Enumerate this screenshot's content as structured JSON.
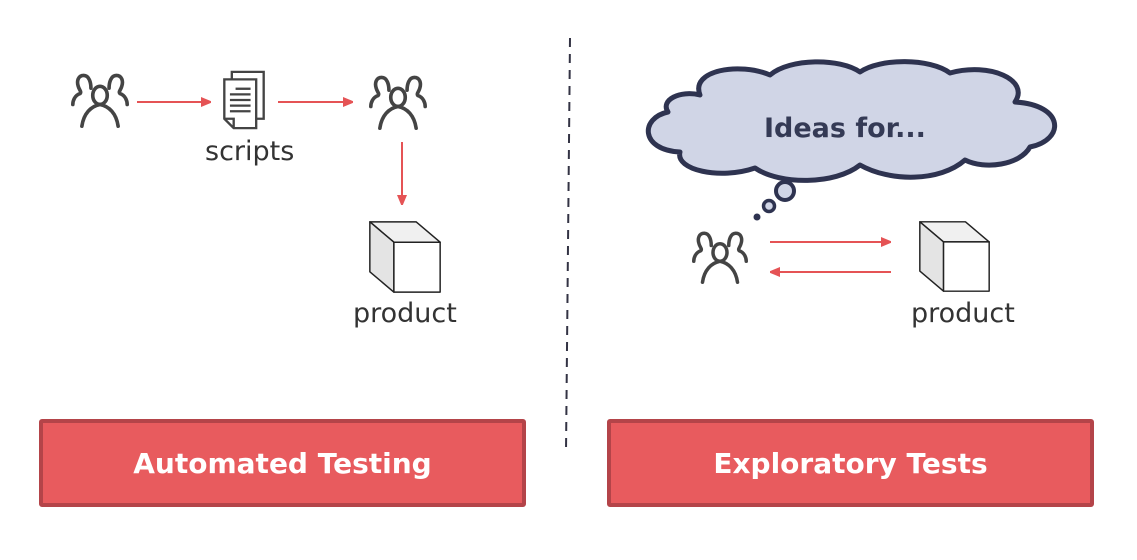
{
  "colors": {
    "arrow": "#e55355",
    "icon": "#444444",
    "banner_fill": "#e85b5e",
    "banner_border": "#b44449",
    "cloud_fill": "#d0d5e6",
    "cloud_stroke": "#2e3350",
    "divider": "#333344"
  },
  "left_panel": {
    "nodes": [
      {
        "icon": "people-icon",
        "label": ""
      },
      {
        "icon": "document-stack-icon",
        "label": "scripts"
      },
      {
        "icon": "people-icon",
        "label": ""
      },
      {
        "icon": "cube-icon",
        "label": "product"
      }
    ],
    "edges": [
      {
        "from": 0,
        "to": 1,
        "direction": "right"
      },
      {
        "from": 1,
        "to": 2,
        "direction": "right"
      },
      {
        "from": 2,
        "to": 3,
        "direction": "down"
      }
    ],
    "scripts_label": "scripts",
    "product_label": "product",
    "banner": "Automated Testing"
  },
  "right_panel": {
    "thought_bubble": "Ideas for...",
    "nodes": [
      {
        "icon": "people-icon",
        "label": ""
      },
      {
        "icon": "cube-icon",
        "label": "product"
      }
    ],
    "edges": [
      {
        "from": 0,
        "to": 1,
        "direction": "right"
      },
      {
        "from": 1,
        "to": 0,
        "direction": "left"
      }
    ],
    "product_label": "product",
    "banner": "Exploratory Tests"
  }
}
